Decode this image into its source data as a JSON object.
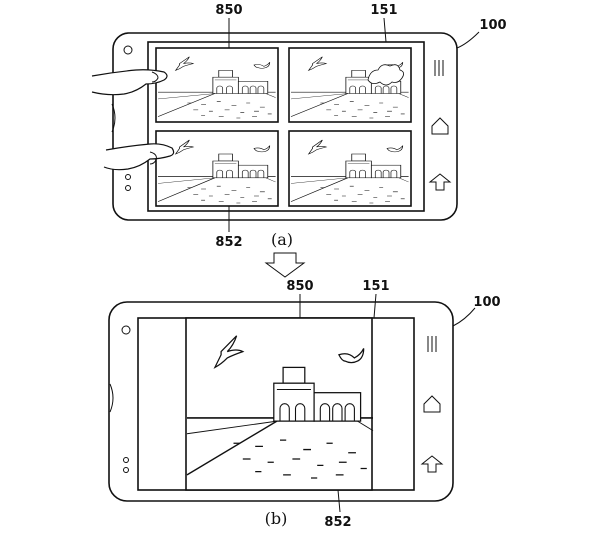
{
  "figure_a": {
    "label_top_left": "850",
    "label_top_right": "151",
    "label_device": "100",
    "label_bottom": "852",
    "caption": "(a)"
  },
  "figure_b": {
    "label_top_left": "850",
    "label_top_right": "151",
    "label_device": "100",
    "label_bottom": "852",
    "caption": "(b)"
  },
  "icons": {
    "menu": "menu-icon",
    "home": "home-icon",
    "back": "back-icon",
    "transition_arrow": "down-arrow"
  }
}
